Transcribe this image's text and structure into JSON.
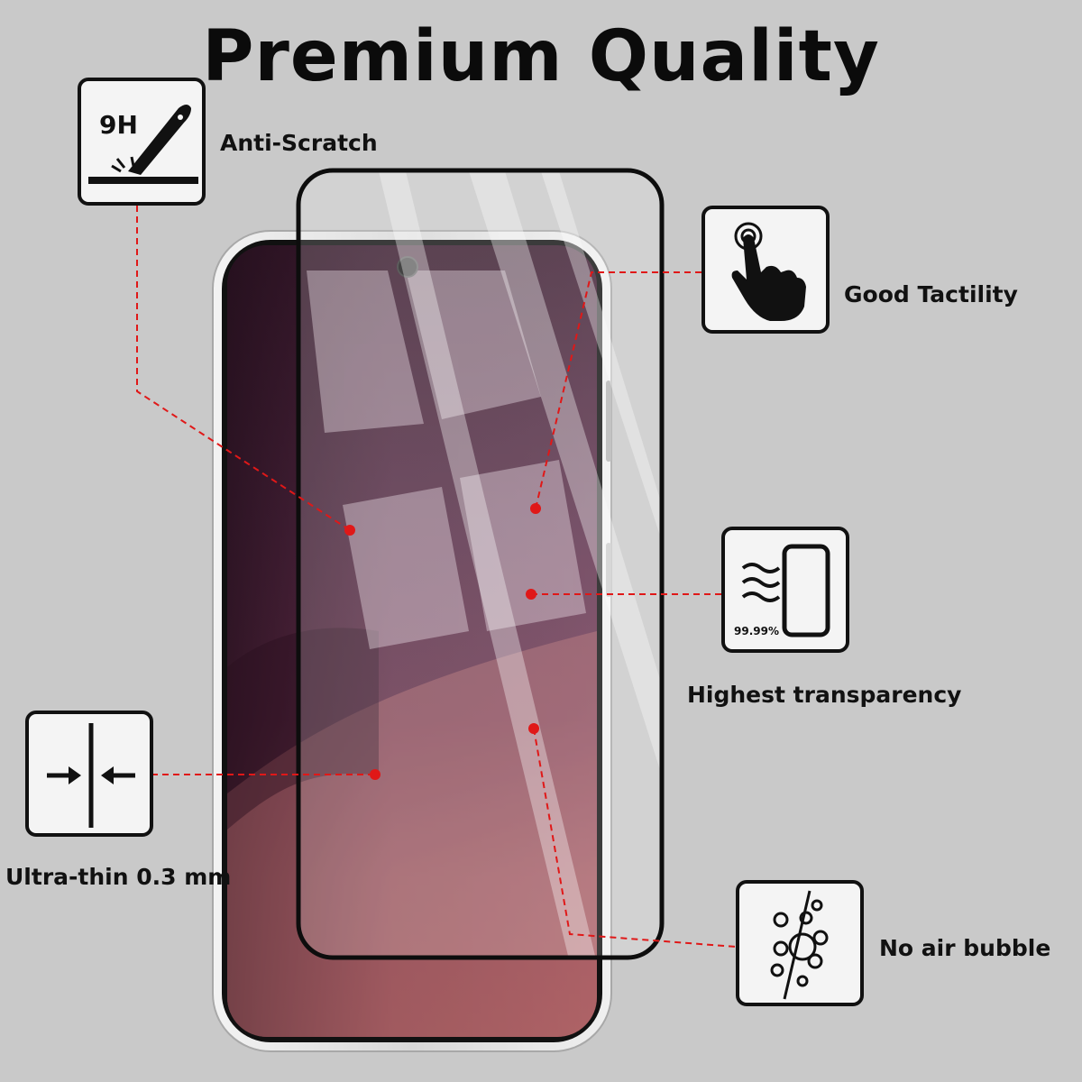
{
  "title": "Premium Quality",
  "features": {
    "anti_scratch": {
      "label": "Anti-Scratch",
      "icon": "knife-scratch-icon",
      "badge": "9H"
    },
    "tactility": {
      "label": "Good Tactility",
      "icon": "touch-hand-icon"
    },
    "transparency": {
      "label": "Highest transparency",
      "icon": "phone-light-icon",
      "badge": "99.99%"
    },
    "ultra_thin": {
      "label": "Ultra-thin 0.3 mm",
      "icon": "compress-arrows-icon"
    },
    "bubble": {
      "label": "No air bubble",
      "icon": "bubbles-icon"
    }
  },
  "colors": {
    "background": "#c9c9c9",
    "guide_line": "#e01818",
    "screen_top": "#3a1a2c",
    "screen_bottom": "#a85a62",
    "frame": "#111111"
  }
}
